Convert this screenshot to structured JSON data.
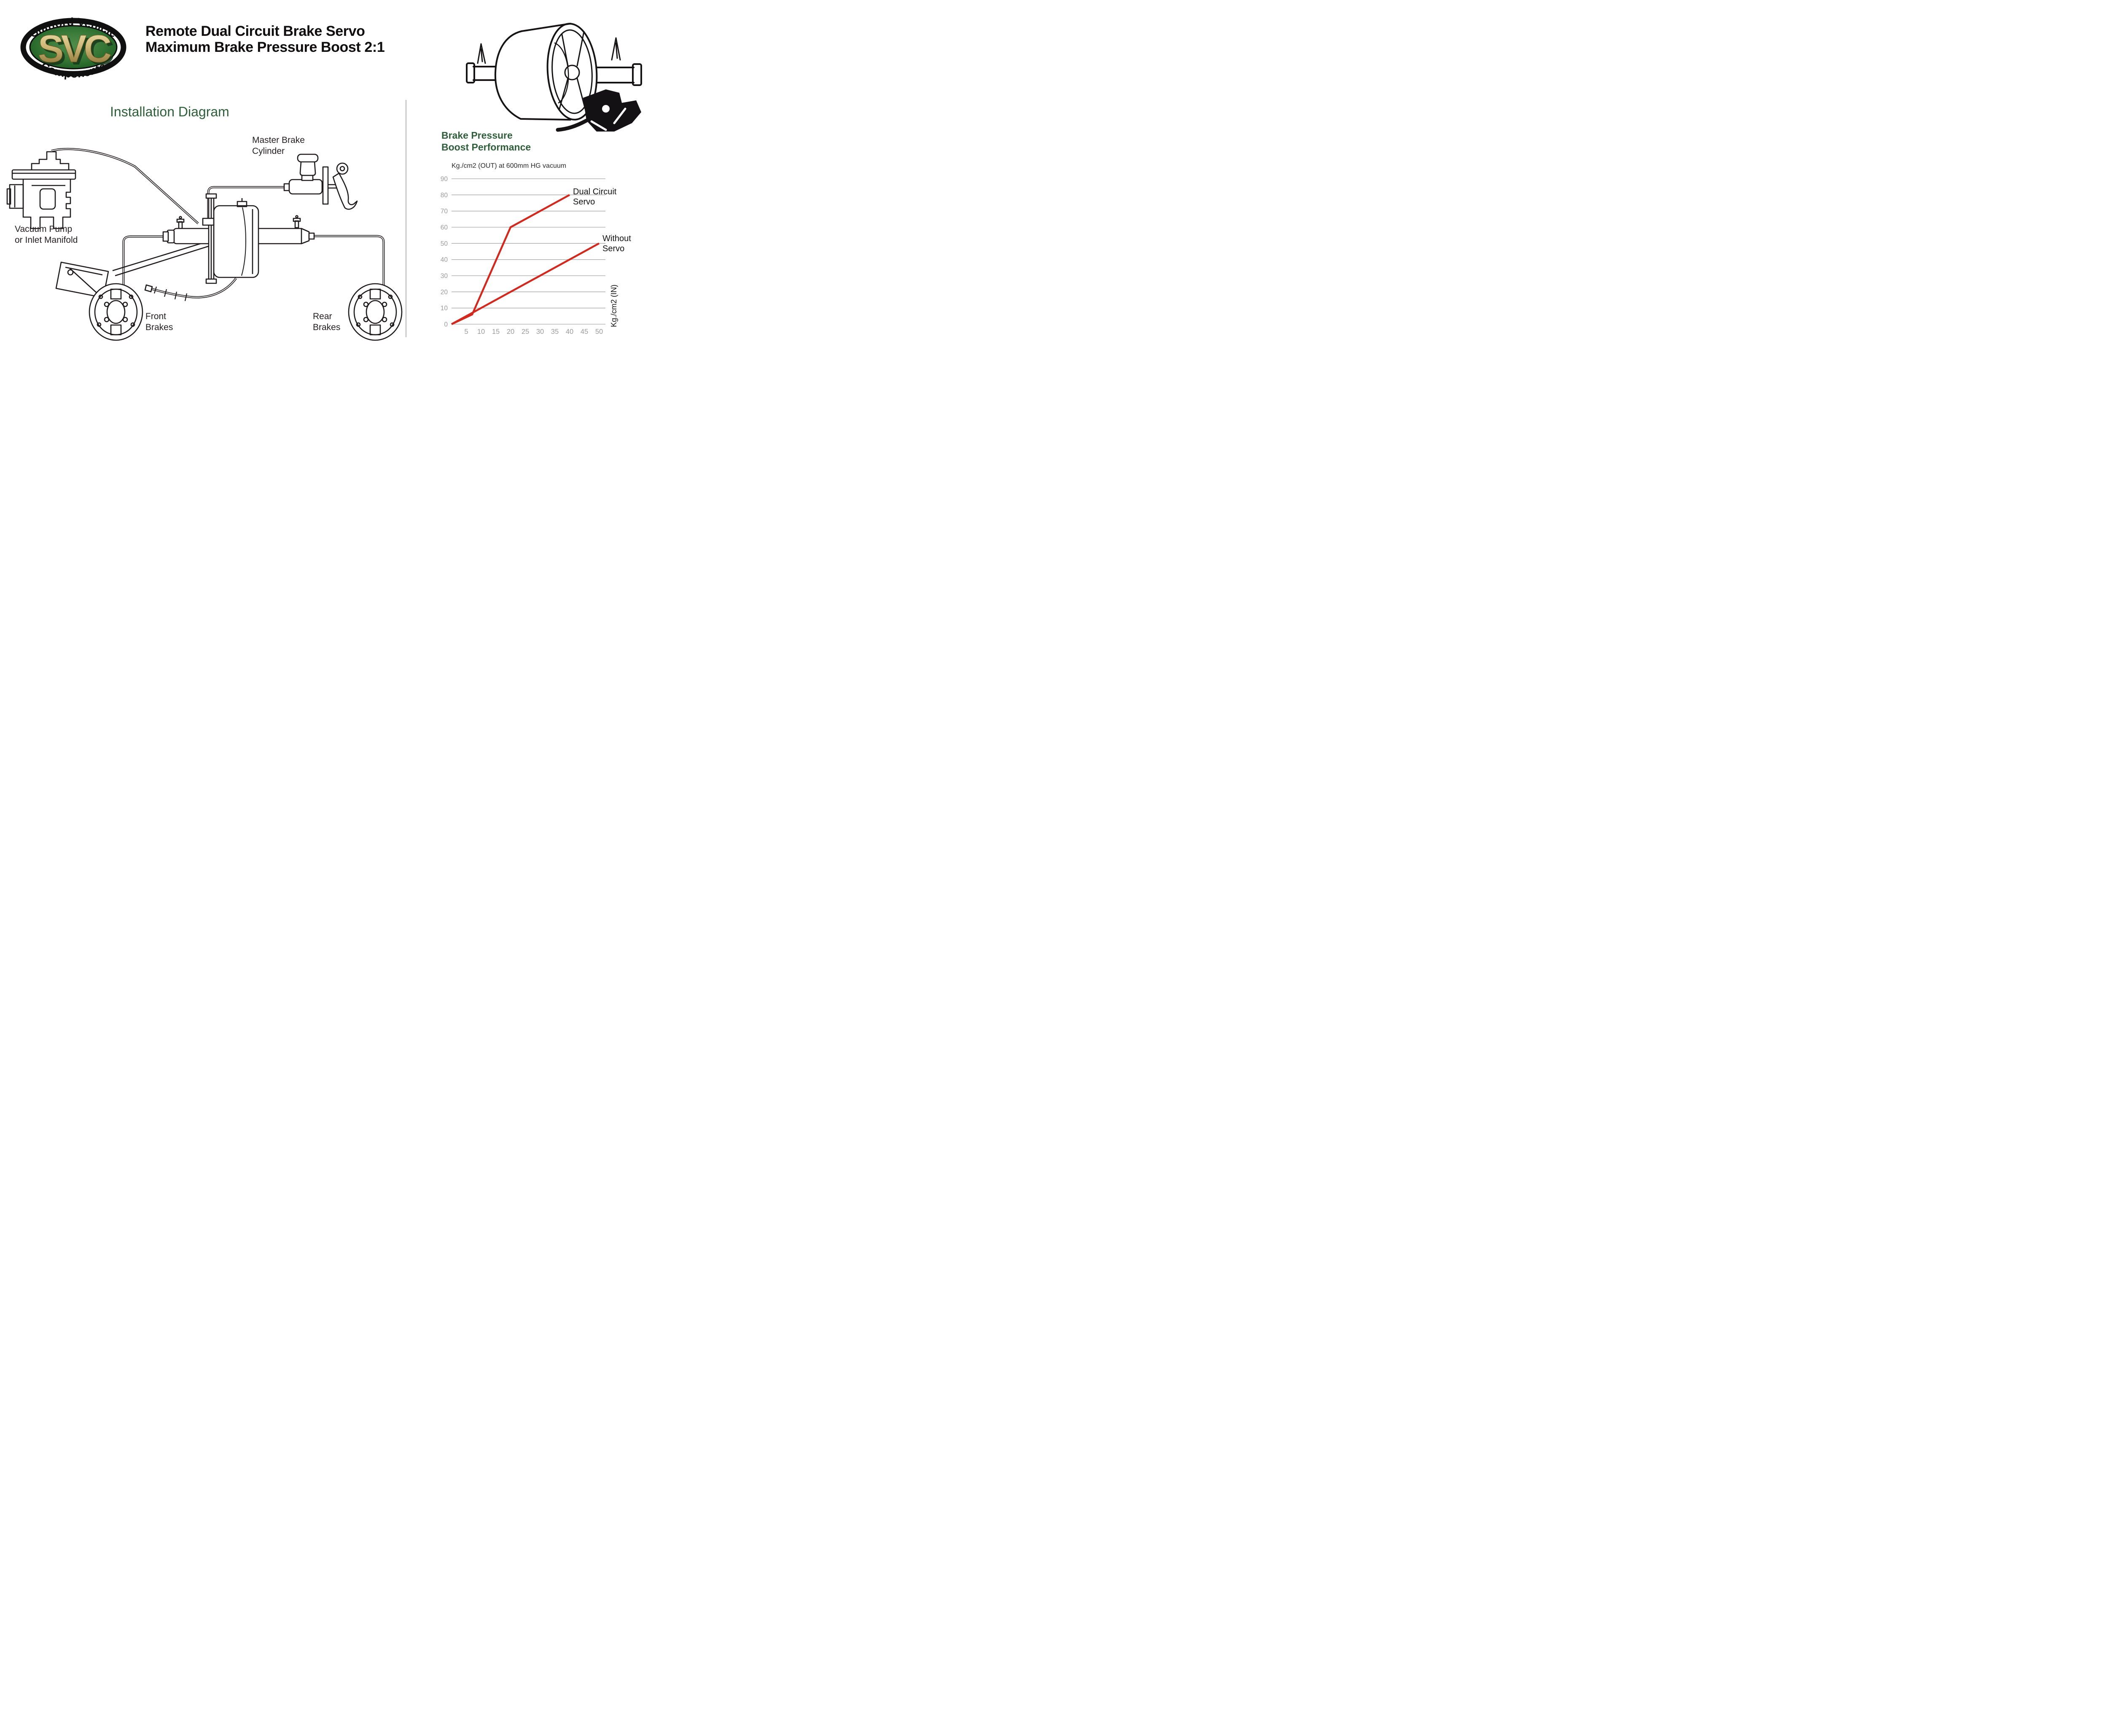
{
  "logo": {
    "arc_top": "Stafford Vehicle",
    "monogram": "SVC",
    "arc_bottom": "Components",
    "green_dark": "#14541a",
    "green_light": "#4f8c49",
    "gold_light": "#efe2ae",
    "gold_dark": "#7c6428"
  },
  "header": {
    "title_line1": "Remote Dual Circuit Brake Servo",
    "title_line2": "Maximum Brake Pressure Boost 2:1"
  },
  "installation": {
    "heading": "Installation Diagram",
    "labels": {
      "master_cylinder": [
        "Master Brake",
        "Cylinder"
      ],
      "vacuum_pump": [
        "Vacuum Pump",
        "or Inlet Manifold"
      ],
      "front_brakes": [
        "Front",
        "Brakes"
      ],
      "rear_brakes": [
        "Rear",
        "Brakes"
      ]
    }
  },
  "chart": {
    "heading_line1": "Brake Pressure",
    "heading_line2": "Boost Performance",
    "top_axis_label": "Kg./cm2 (OUT) at 600mm HG vacuum",
    "right_axis_label": "Kg./cm2 (IN)"
  },
  "chart_data": {
    "type": "line",
    "title": "Brake Pressure Boost Performance",
    "top_axis_label": "Kg./cm2 (OUT) at 600mm HG vacuum",
    "xlabel": "Kg./cm2 (IN)",
    "xlim": [
      0,
      52
    ],
    "ylim": [
      0,
      90
    ],
    "x_ticks": [
      5,
      10,
      15,
      20,
      25,
      30,
      35,
      40,
      45,
      50
    ],
    "y_ticks": [
      0,
      10,
      20,
      30,
      40,
      50,
      60,
      70,
      80,
      90
    ],
    "grid": "horizontal",
    "grid_color": "#a8a8a8",
    "tick_color": "#9b9b9b",
    "legend_position": "annotations-at-line-ends",
    "series": [
      {
        "name": "Dual Circuit Servo",
        "color": "#d2291f",
        "points": [
          [
            0,
            0
          ],
          [
            7,
            6
          ],
          [
            20,
            60
          ],
          [
            40,
            80
          ]
        ]
      },
      {
        "name": "Without Servo",
        "color": "#d2291f",
        "points": [
          [
            0,
            0
          ],
          [
            50,
            50
          ]
        ]
      }
    ]
  }
}
